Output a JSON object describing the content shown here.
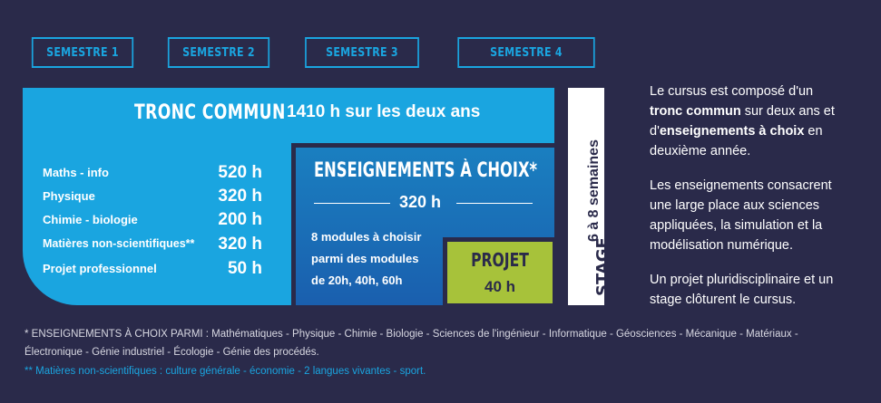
{
  "semesters": [
    "SEMESTRE 1",
    "SEMESTRE 2",
    "SEMESTRE 3",
    "SEMESTRE 4"
  ],
  "tronc": {
    "title": "TRONC COMMUN",
    "subtitle": "1410 h sur les deux ans",
    "subjects": [
      {
        "name": "Maths - info",
        "hours": "520 h"
      },
      {
        "name": "Physique",
        "hours": "320 h"
      },
      {
        "name": "Chimie - biologie",
        "hours": "200 h"
      },
      {
        "name": "Matières non-scientifiques**",
        "hours": "320 h"
      },
      {
        "name": "Projet professionnel",
        "hours": "50 h"
      }
    ]
  },
  "choix": {
    "title": "ENSEIGNEMENTS À CHOIX*",
    "hours": "320 h",
    "desc_lines": [
      "8 modules à choisir",
      "parmi des modules",
      "de 20h, 40h, 60h"
    ]
  },
  "projet": {
    "title": "PROJET",
    "hours": "40 h"
  },
  "stage": {
    "label": "STAGE",
    "duration": "6 à 8 semaines"
  },
  "side": {
    "p1_a": "Le cursus est composé d'un",
    "p1_b": "tronc commun",
    "p1_c": " sur deux ans et",
    "p1_d": "d'",
    "p1_e": "enseignements à choix",
    "p1_f": " en",
    "p1_g": "deuxième année.",
    "p2": [
      "Les enseignements consacrent",
      "une large place aux sciences",
      "appliquées, la simulation et la",
      "modélisation numérique."
    ],
    "p3": [
      "Un projet pluridisciplinaire et un",
      "stage clôturent le cursus."
    ]
  },
  "footnotes": {
    "line1": "* ENSEIGNEMENTS À CHOIX PARMI : Mathématiques - Physique - Chimie - Biologie - Sciences de l'ingénieur - Informatique - Géosciences - Mécanique - Matériaux -",
    "line2": "Électronique - Génie industriel - Écologie - Génie des procédés.",
    "line3": "** Matières non-scientifiques : culture générale - économie - 2 langues vivantes - sport."
  },
  "colors": {
    "background": "#2a2a4a",
    "accent": "#1aa5e0",
    "projet": "#a7c23a"
  }
}
